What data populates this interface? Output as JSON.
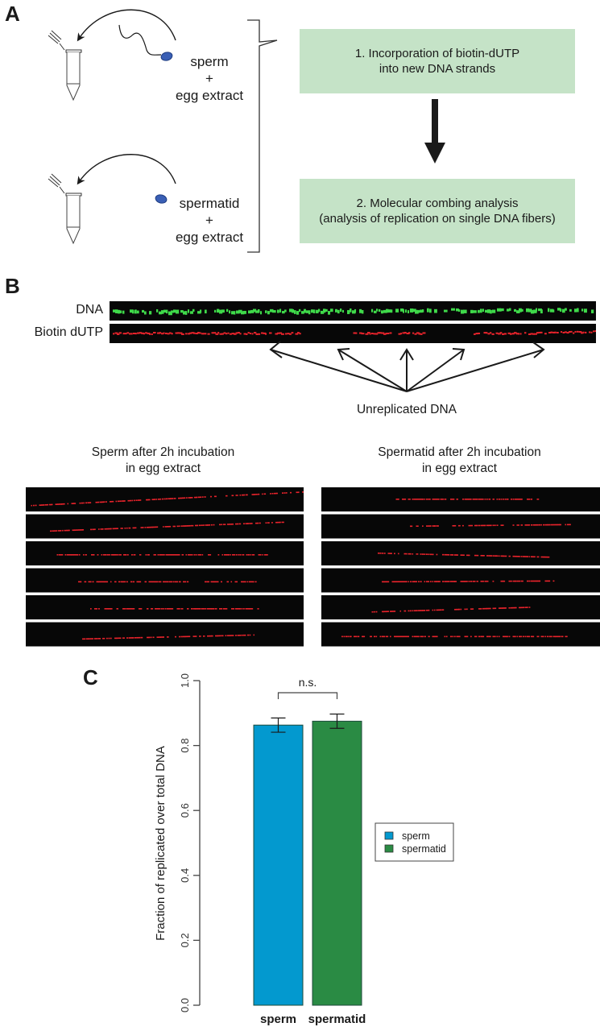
{
  "panel_a": {
    "letter": "A",
    "conditions": [
      {
        "line1": "sperm",
        "plus": "+",
        "line2": "egg extract",
        "icon": "sperm-cell-icon"
      },
      {
        "line1": "spermatid",
        "plus": "+",
        "line2": "egg extract",
        "icon": "spermatid-cell-icon"
      }
    ],
    "steps": [
      {
        "line1": "1. Incorporation of biotin-dUTP",
        "line2": "into new DNA strands"
      },
      {
        "line1": "2. Molecular combing analysis",
        "line2": "(analysis of replication on single DNA fibers)"
      }
    ],
    "colors": {
      "box": "#c5e3c7",
      "cell": "#3a5fb5"
    }
  },
  "panel_b": {
    "letter": "B",
    "strip_labels": [
      "DNA",
      "Biotin dUTP"
    ],
    "annotation": "Unreplicated DNA",
    "galleries": [
      {
        "title_line1": "Sperm after 2h incubation",
        "title_line2": "in egg extract",
        "fiber_count": 6
      },
      {
        "title_line1": "Spermatid after 2h incubation",
        "title_line2": "in egg extract",
        "fiber_count": 6
      }
    ],
    "colors": {
      "dna": "#3fd94a",
      "biotin": "#e8232b",
      "background": "#070707"
    }
  },
  "panel_c": {
    "letter": "C",
    "significance_label": "n.s."
  },
  "chart_data": {
    "type": "bar",
    "title": "",
    "categories": [
      "sperm",
      "spermatid"
    ],
    "values": [
      0.863,
      0.875
    ],
    "error": [
      0.022,
      0.022
    ],
    "colors": [
      "#0399cf",
      "#2a8b44"
    ],
    "xlabel": "",
    "ylabel": "Fraction of replicated over total DNA",
    "ylim": [
      0.0,
      1.0
    ],
    "yticks": [
      "0.0",
      "0.2",
      "0.4",
      "0.6",
      "0.8",
      "1.0"
    ],
    "legend": {
      "entries": [
        "sperm",
        "spermatid"
      ],
      "placement": "right"
    },
    "annotations": [
      {
        "text": "n.s.",
        "between": [
          "sperm",
          "spermatid"
        ]
      }
    ],
    "grid": false
  }
}
